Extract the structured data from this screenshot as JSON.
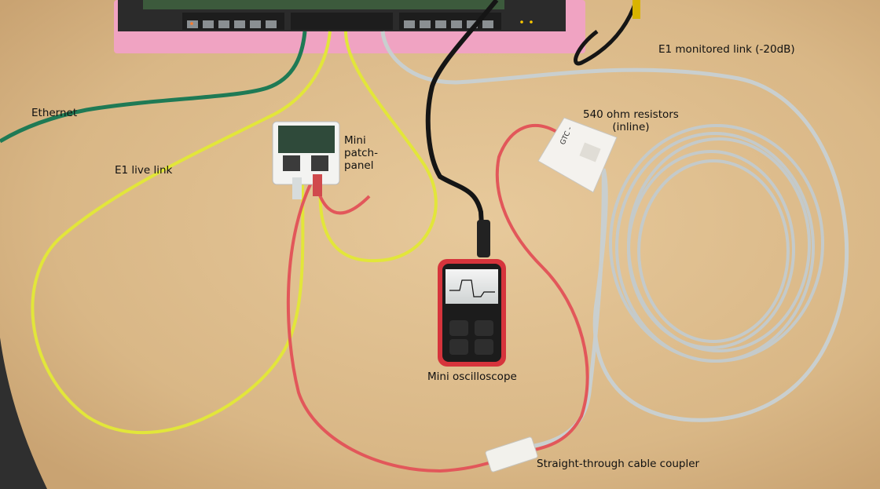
{
  "labels": {
    "ethernet": "Ethernet",
    "e1_live_link": "E1 live link",
    "mini_patch_panel": "Mini\npatch-\npanel",
    "e1_monitored_link": "E1 monitored link (-20dB)",
    "resistors": "540 ohm resistors\n(inline)",
    "mini_oscilloscope": "Mini oscilloscope",
    "cable_coupler": "Straight-through cable coupler"
  },
  "resistor_box_marking": "GTC -",
  "colors": {
    "table": "#dcb98a",
    "foam": "#f0a3c2",
    "switch": "#2b2b2b",
    "ethernet_cable": "#1f7a55",
    "yellow_cable": "#e2e63a",
    "red_cable": "#e2575a",
    "grey_cable": "#c9cfcf",
    "black_cable": "#151515",
    "scope_body": "#d6343c"
  }
}
